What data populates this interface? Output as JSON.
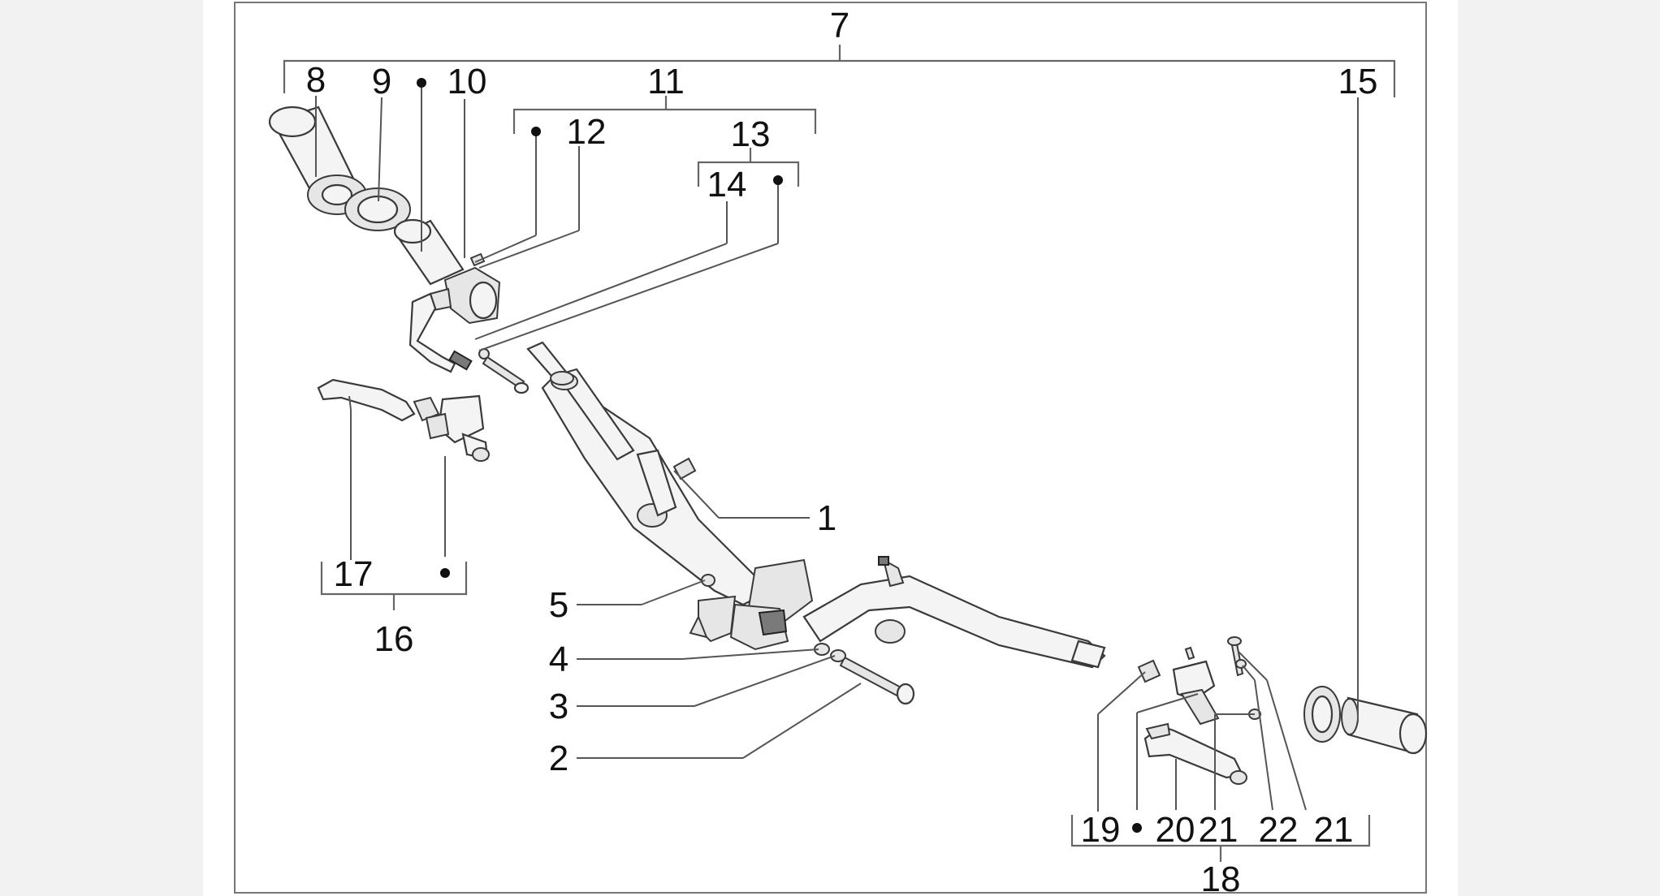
{
  "diagram": {
    "labels": {
      "n1": "1",
      "n2": "2",
      "n3": "3",
      "n4": "4",
      "n5": "5",
      "n7": "7",
      "n8": "8",
      "n9": "9",
      "n10": "10",
      "n11": "11",
      "n12": "12",
      "n13": "13",
      "n14": "14",
      "n15": "15",
      "n16": "16",
      "n17": "17",
      "n18": "18",
      "n19": "19",
      "n20": "20",
      "n21a": "21",
      "n22": "22",
      "n21b": "21"
    }
  }
}
